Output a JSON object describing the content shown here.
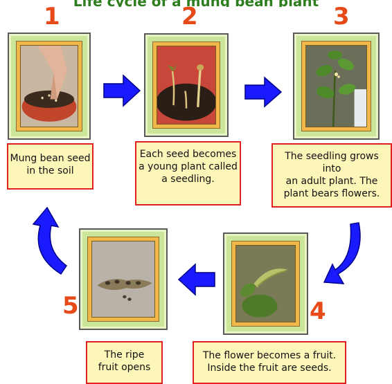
{
  "title": "Life cycle of a mung bean plant",
  "steps": {
    "s1": {
      "number": "1",
      "caption": "Mung bean seed\nin the soil"
    },
    "s2": {
      "number": "2",
      "caption": "Each seed becomes\na young plant called\na seedling."
    },
    "s3": {
      "number": "3",
      "caption": "The seedling grows into\nan adult plant.  The\nplant bears flowers."
    },
    "s4": {
      "number": "4",
      "caption": "The flower becomes a fruit.\nInside the fruit are seeds."
    },
    "s5": {
      "number": "5",
      "caption": "The ripe\nfruit opens"
    }
  },
  "colors": {
    "number": "#e64a19",
    "caption_border": "#e02020",
    "caption_fill": "#fdf6b9",
    "frame_green": "#cbe69a",
    "frame_gold": "#f0b84a",
    "arrow": "#1a1aff"
  }
}
